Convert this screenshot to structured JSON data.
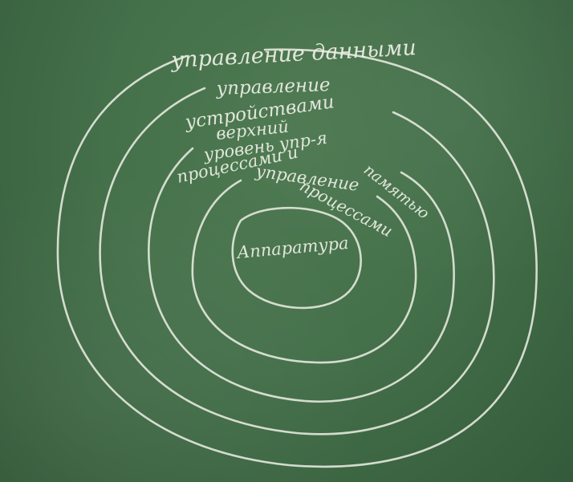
{
  "diagram": {
    "layers": [
      {
        "id": "data-management",
        "label": "управление данными"
      },
      {
        "id": "device-management",
        "label_line1": "управление",
        "label_line2": "устройствами"
      },
      {
        "id": "upper-level",
        "label_line1": "верхний",
        "label_line2": "уровень упр-я",
        "label_line3": "процессами и"
      },
      {
        "id": "memory-process-management",
        "label_line1": "памятью",
        "label_line2": "управление",
        "label_line3": "процессами"
      },
      {
        "id": "hardware",
        "label": "Аппаратура"
      }
    ],
    "colors": {
      "board": "#44704a",
      "chalk": "#eef0e6"
    }
  }
}
